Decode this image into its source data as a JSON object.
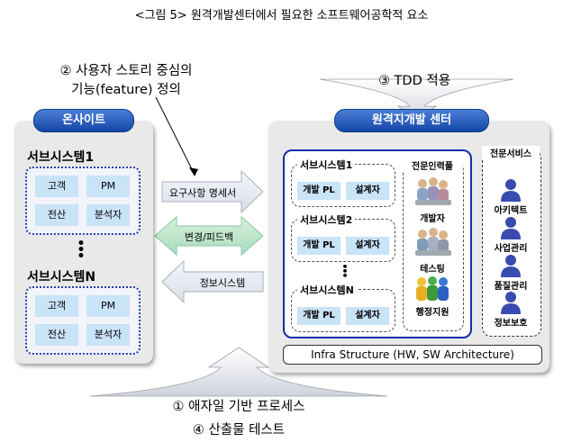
{
  "title": "<그림 5> 원격개발센터에서 필요한 소프트웨어공학적 요소",
  "callouts": {
    "c2_line1": "② 사용자 스토리 중심의",
    "c2_line2": "기능(feature) 정의",
    "c3": "③ TDD 적용",
    "c1": "① 애자일 기반 프로세스",
    "c4": "④ 산출물 테스트"
  },
  "onsite": {
    "label": "온사이트",
    "subsys1": {
      "title": "서브시스템1",
      "cells": [
        "고객",
        "PM",
        "전산",
        "분석자"
      ]
    },
    "subsysN": {
      "title": "서브시스템N",
      "cells": [
        "고객",
        "PM",
        "전산",
        "분석자"
      ]
    }
  },
  "arrows": {
    "requirements": "요구사항 명세서",
    "change_feedback": "변경/피드백",
    "info_system": "정보시스템"
  },
  "remote": {
    "label": "원격지개발 센터",
    "subsystems": [
      {
        "title": "서브시스템1",
        "cells": [
          "개발 PL",
          "설계자"
        ]
      },
      {
        "title": "서브시스템2",
        "cells": [
          "개발 PL",
          "설계자"
        ]
      },
      {
        "title": "서브시스템N",
        "cells": [
          "개발 PL",
          "설계자"
        ]
      }
    ],
    "expert_pool": {
      "title": "전문인력풀",
      "items": [
        "개발자",
        "테스팅",
        "행정지원"
      ]
    },
    "expert_service": {
      "title": "전문서비스",
      "items": [
        "아키텍트",
        "사업관리",
        "품질관리",
        "정보보호"
      ]
    },
    "infra": "Infra Structure (HW, SW Architecture)"
  },
  "colors": {
    "pill": "#1546a8",
    "cell": "#c9e3f7",
    "arrow": "#e6eaf2",
    "panel": "#e9e9e9"
  }
}
